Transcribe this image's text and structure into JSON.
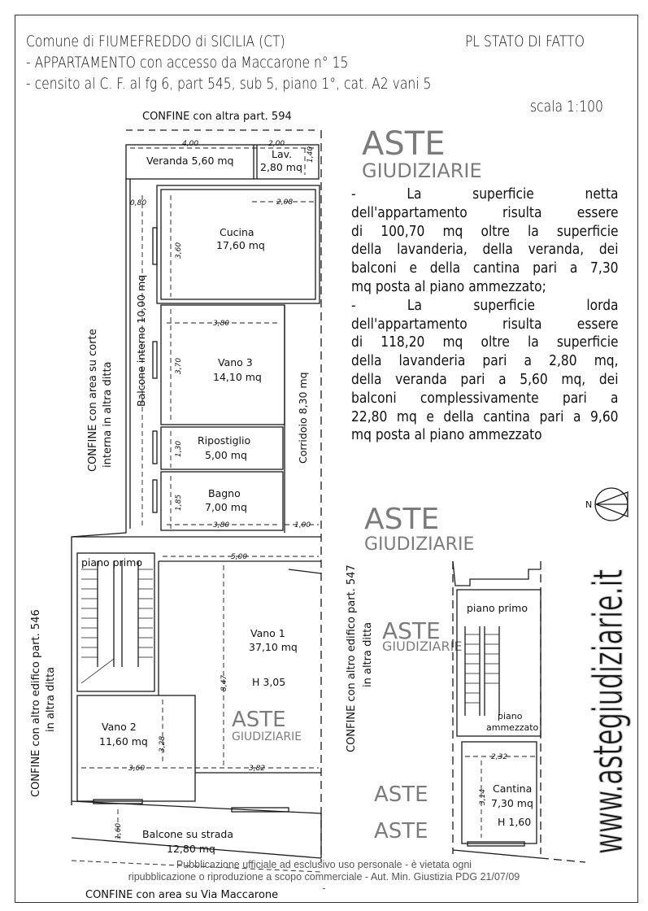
{
  "header": {
    "municipality": "Comune di FIUMEFREDDO di SICILIA (CT)",
    "plan_type": "PL STATO DI FATTO",
    "line2": "- APPARTAMENTO con accesso da Maccarone n° 15",
    "line3": "- censito al C. F. al fg 6, part 545, sub 5, piano 1°, cat. A2 vani 5",
    "scale": "scala 1:100"
  },
  "description_lines": [
    "-   La   superficie   netta",
    "dell'appartamento risulta essere",
    "di 100,70 mq oltre la superficie",
    "della lavanderia, della veranda, dei",
    "balconi e della cantina pari a 7,30",
    "mq posta al piano ammezzato;",
    "-   La   superficie   lorda",
    "dell'appartamento risulta essere",
    "di 118,20 mq oltre la superficie",
    "della lavanderia pari a 2,80 mq,",
    "della veranda pari a 5,60 mq, dei",
    "balconi complessivamente pari a",
    "22,80 mq e della cantina pari a 9,60",
    "mq posta al piano ammezzato"
  ],
  "plan": {
    "boundaries": {
      "top": "CONFINE con altra part. 594",
      "courtyard_1": "CONFINE con area su corte",
      "courtyard_2": "interna in altra ditta",
      "left_1": "CONFINE con altro edifico part. 546",
      "left_2": "in altra ditta",
      "right_1": "CONFINE con altro edifico part. 547",
      "right_2": "in altra ditta",
      "bottom": "CONFINE con area su Via Maccarone"
    },
    "rooms": {
      "veranda": "Veranda 5,60 mq",
      "lav_name": "Lav.",
      "lav_area": "2,80 mq",
      "cucina_name": "Cucina",
      "cucina_area": "17,60 mq",
      "balcone_interno": "Balcone interno 10,00 mq",
      "vano3_name": "Vano 3",
      "vano3_area": "14,10 mq",
      "corridoio": "Corridoio 8,30 mq",
      "ripostiglio_name": "Ripostiglio",
      "ripostiglio_area": "5,00 mq",
      "bagno_name": "Bagno",
      "bagno_area": "7,00 mq",
      "piano_primo": "piano primo",
      "vano1_name": "Vano 1",
      "vano1_area": "37,10 mq",
      "vano1_height": "H 3,05",
      "vano2_name": "Vano 2",
      "vano2_area": "11,60 mq",
      "balcone_strada_name": "Balcone su strada",
      "balcone_strada_area": "12,80 mq"
    },
    "dimensions": [
      "4,00",
      "2,00",
      "1,40",
      "0,80",
      "2,08",
      "3,60",
      "3,80",
      "3,70",
      "1,30",
      "1,85",
      "3,80",
      "1,00",
      "5,00",
      "8,47",
      "3,28",
      "3,60",
      "3,82",
      "1,60"
    ],
    "mezzanine": {
      "piano_primo": "piano primo",
      "piano_ammezzato_1": "piano",
      "piano_ammezzato_2": "ammezzato",
      "dim_width": "2,32",
      "dim_height": "3,14",
      "cantina_name": "Cantina",
      "cantina_area": "7,30 mq",
      "cantina_height": "H 1,60"
    },
    "compass_label": "N"
  },
  "watermarks": {
    "logo_1": "ASTE",
    "logo_2": "GIUDIZIARIE",
    "site": "www.astegiudiziarie.it",
    "notice_1": "Pubblicazione ufficiale ad esclusivo uso personale - è vietata ogni",
    "notice_2": "ripubblicazione o riproduzione a scopo commerciale - Aut. Min. Giustizia PDG 21/07/09",
    "notice_3": "-"
  },
  "colors": {
    "line": "#1a1a1a",
    "watermark_blue": "#9fb6cf",
    "watermark_orange": "#e8b27a",
    "watermark_gray": "#bdbdbd"
  }
}
